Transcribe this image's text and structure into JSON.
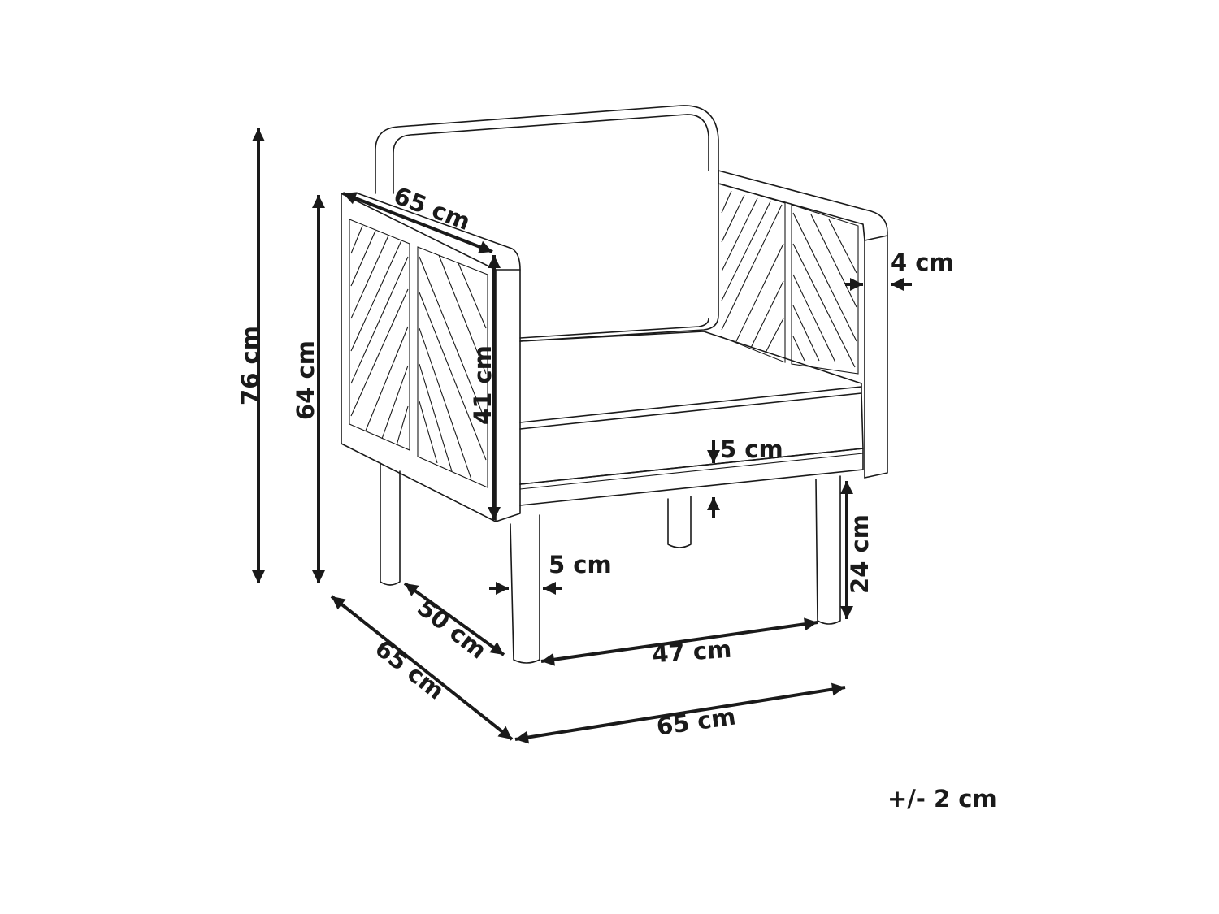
{
  "dimensions": {
    "total_height": "76 cm",
    "armrest_height": "64 cm",
    "armrest_depth": "65 cm",
    "inner_height": "41 cm",
    "armrest_width": "4 cm",
    "cushion_thickness": "5 cm",
    "leg_width": "5 cm",
    "leg_height": "24 cm",
    "seat_depth": "50 cm",
    "seat_width": "47 cm",
    "total_depth": "65 cm",
    "total_width": "65 cm"
  },
  "tolerance": "+/- 2 cm"
}
